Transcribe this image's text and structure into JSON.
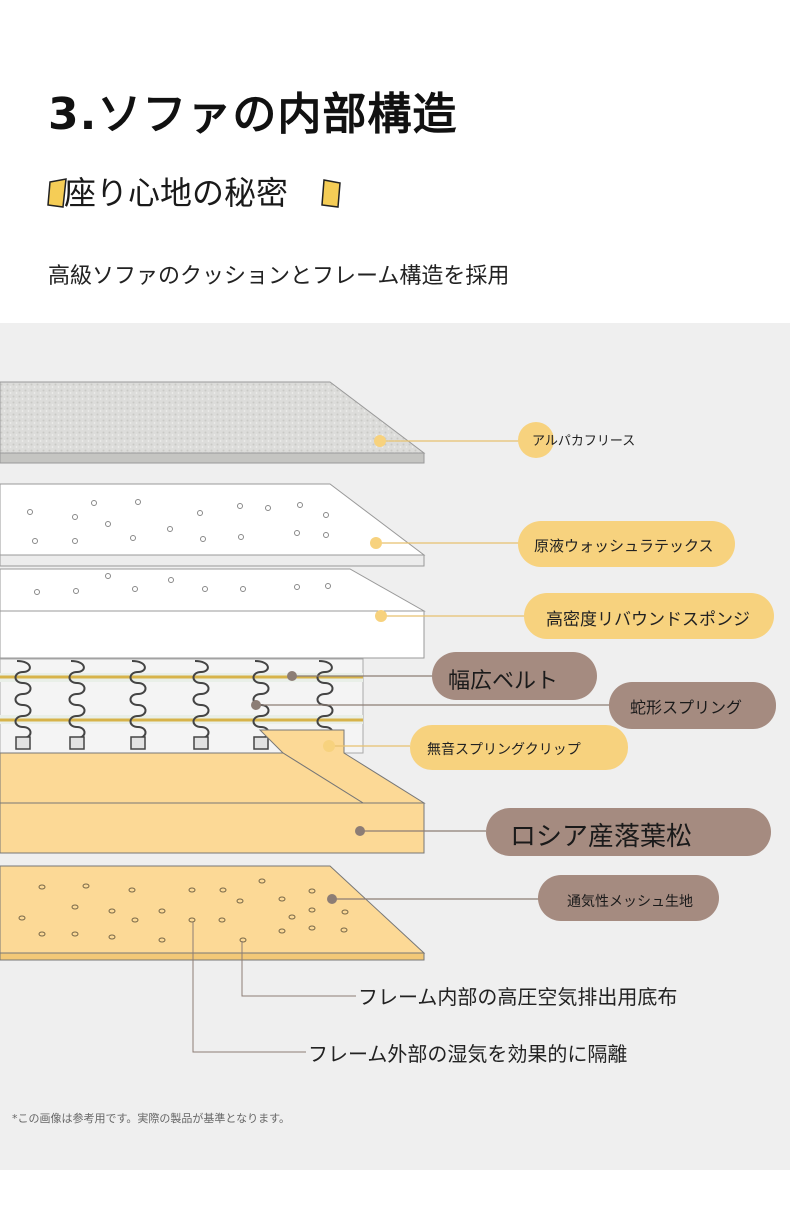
{
  "header": {
    "title": "3.ソファの内部構造",
    "subtitle": "座り心地の秘密",
    "tagline": "高級ソファのクッションとフレーム構造を採用"
  },
  "layers": [
    {
      "name": "alpaca-fleece",
      "label": "アルパカフリース"
    },
    {
      "name": "latex",
      "label": "原液ウォッシュラテックス"
    },
    {
      "name": "sponge",
      "label": "高密度リバウンドスポンジ"
    },
    {
      "name": "wide-belt",
      "label": "幅広ベルト"
    },
    {
      "name": "serpentine-spring",
      "label": "蛇形スプリング"
    },
    {
      "name": "silent-clip",
      "label": "無音スプリングクリップ"
    },
    {
      "name": "larch-frame",
      "label": "ロシア産落葉松"
    },
    {
      "name": "mesh-fabric",
      "label": "通気性メッシュ生地"
    }
  ],
  "annotations": {
    "exhaust": "フレーム内部の高圧空気排出用底布",
    "isolate": "フレーム外部の湿気を効果的に隔離"
  },
  "footnote": "*この画像は参考用です。実際の製品が基準となります。",
  "colors": {
    "accent_yellow": "#f7d27e",
    "label_brown": "#a58b80",
    "wood": "#fcd996",
    "leader": "#e7c16f"
  }
}
